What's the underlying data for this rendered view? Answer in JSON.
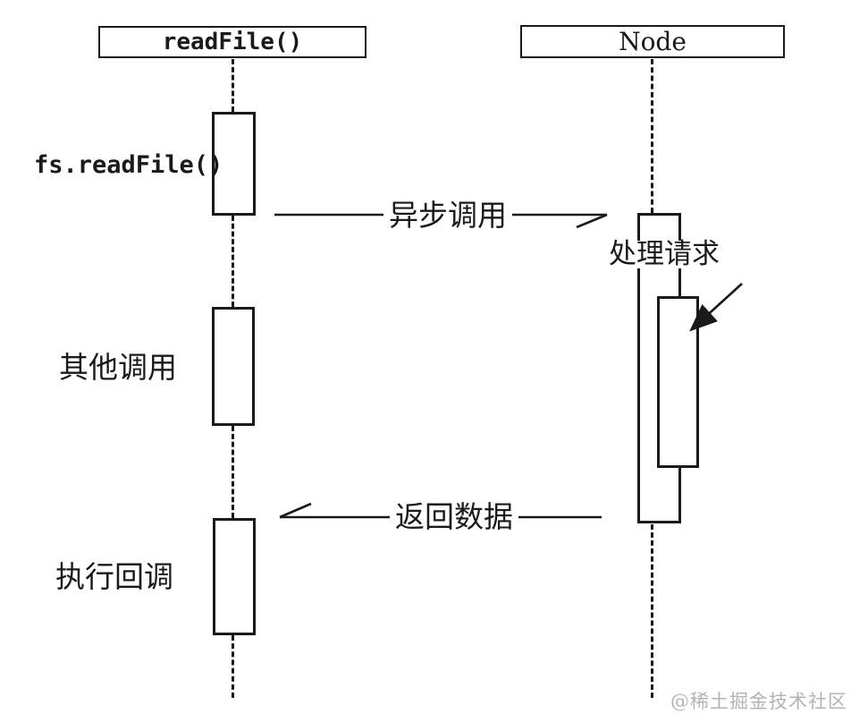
{
  "diagram": {
    "participants": {
      "left": {
        "title": "readFile()"
      },
      "right": {
        "title": "Node"
      }
    },
    "labels": {
      "fs_readfile": "fs.readFile()",
      "other_calls": "其他调用",
      "execute_callback": "执行回调",
      "handle_request": "处理请求"
    },
    "messages": {
      "async_call": "异步调用",
      "return_data": "返回数据"
    },
    "watermark": "@稀土掘金技术社区",
    "colors": {
      "line": "#1a1a1a",
      "background": "#ffffff",
      "watermark": "#b3b3b3"
    }
  }
}
